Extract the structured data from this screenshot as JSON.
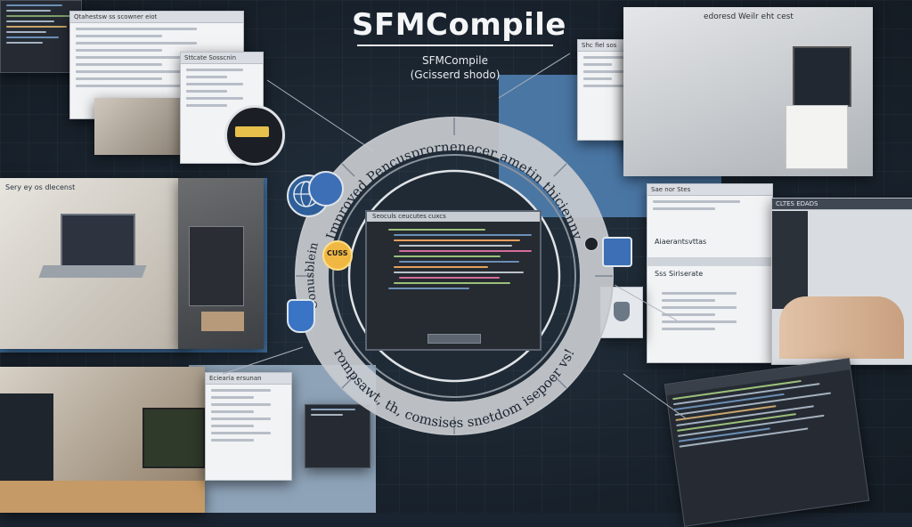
{
  "header": {
    "title": "SFMCompile",
    "subtitle_line1": "SFMCompile",
    "subtitle_line2": "(Gcisserd shodo)"
  },
  "ring": {
    "top_text": "Improved Pencusprornenecer ametin thicienny",
    "bottom_text": "rompsawt, th, comsises snetdom isepoer vs!",
    "left_text": "Conusblein"
  },
  "badges": {
    "css_label": "CUSS"
  },
  "windows": {
    "center_title": "Seoculs ceucutes cuxcs",
    "top_left_title": "Qtahestsw ss scowner eiot",
    "top_left_inner": "Sttcate Sosscnin",
    "top_right_photo": "edoresd Weilr eht cest",
    "left_photo": "Sery ey os dlecenst",
    "right_win_title": "Sae nor Stes",
    "right_win_sub": "Aiaerantsvttas",
    "right_win_field": "Sss Siriserate",
    "far_right_title": "CLTES EDADS",
    "bottom_mid_title": "Eciearia ersunan",
    "top_mid_title": "Shc fiel sos"
  },
  "colors": {
    "accent": "#3d6fb6",
    "ring": "#c9ccd0",
    "background": "#1a2430"
  },
  "icons": [
    "globe-icon",
    "css-badge-icon",
    "shield-icon",
    "user-icon",
    "gear-icon"
  ]
}
